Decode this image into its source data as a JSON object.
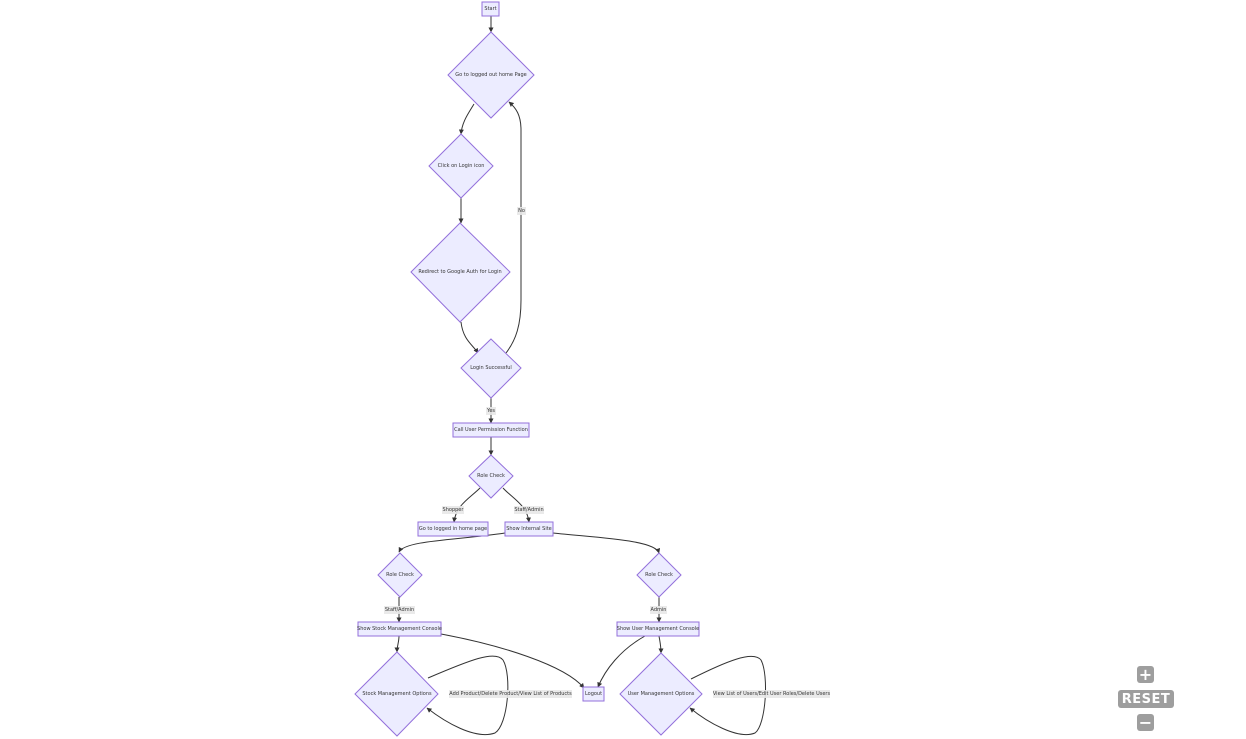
{
  "diagram": {
    "nodes": {
      "start": "Start",
      "logged_out_home": "Go to logged out home Page",
      "click_login": "Click on Login icon",
      "redirect_google": "Redirect to Google Auth for Login",
      "login_successful": "Login Successful",
      "call_permission": "Call User Permission Function",
      "role_check_1": "Role Check",
      "logged_in_home": "Go to logged in home page",
      "show_internal": "Show Internal Site",
      "role_check_2": "Role Check",
      "role_check_3": "Role Check",
      "stock_console": "Show Stock Management Console",
      "user_console": "Show User Management Console",
      "stock_options": "Stock Management Options",
      "logout": "Logout",
      "user_options": "User Management Options"
    },
    "edge_labels": {
      "no": "No",
      "yes": "Yes",
      "shopper": "Shopper",
      "staff_admin_1": "Staff/Admin",
      "staff_admin_2": "Staff/Admin",
      "admin": "Admin",
      "stock_loop": "Add Product/Delete Product/View List of Products",
      "user_loop": "View List of Users/Edit User Roles/Delete Users"
    },
    "colors": {
      "node_fill": "#ececff",
      "node_stroke": "#9370db",
      "edge": "#333333",
      "label_bg": "#e8e8e8"
    }
  },
  "controls": {
    "zoom_in_icon": "plus-icon",
    "zoom_in": "+",
    "reset": "RESET",
    "zoom_out_icon": "minus-icon",
    "zoom_out": "−"
  }
}
